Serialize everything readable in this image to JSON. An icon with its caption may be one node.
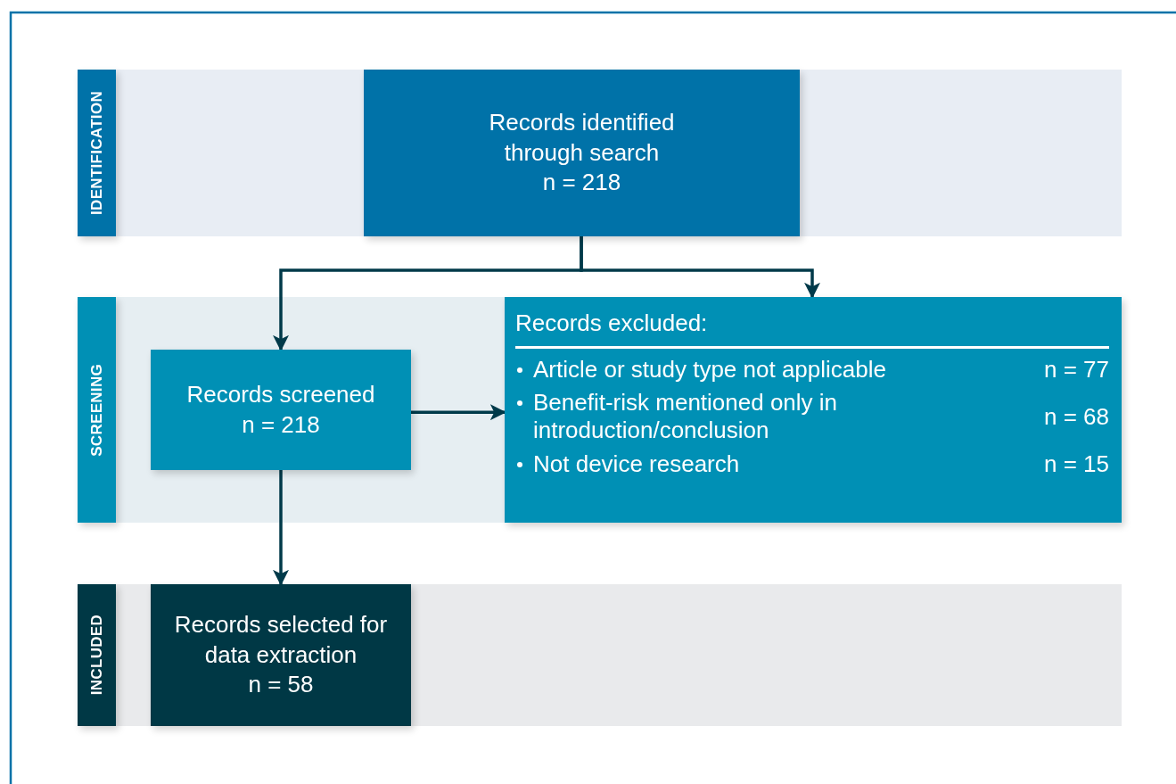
{
  "diagram": {
    "nodes": [
      {
        "text": [
          "IDENTIFICATION"
        ]
      },
      {
        "text": [
          "Records identified through search",
          "n = 218"
        ]
      },
      {
        "text": [
          "SCREENING"
        ]
      },
      {
        "text": [
          "Records screened",
          "n = 218"
        ]
      },
      {
        "text": [
          "Records excluded:",
          "Article or study type not applicable",
          "n = 77",
          "Benefit-risk mentioned only in introduction/conclusion",
          "n = 68",
          "Not device research",
          "n = 15"
        ]
      },
      {
        "text": [
          "INCLUDED"
        ]
      },
      {
        "text": [
          "Records selected for data extraction",
          "n = 58"
        ]
      }
    ],
    "edges": [
      {
        "from": 1,
        "to": 3,
        "arrow": "to"
      },
      {
        "from": 1,
        "to": 4,
        "arrow": "to"
      },
      {
        "from": 3,
        "to": 4,
        "arrow": "to"
      },
      {
        "from": 3,
        "to": 6,
        "arrow": "to"
      }
    ]
  }
}
